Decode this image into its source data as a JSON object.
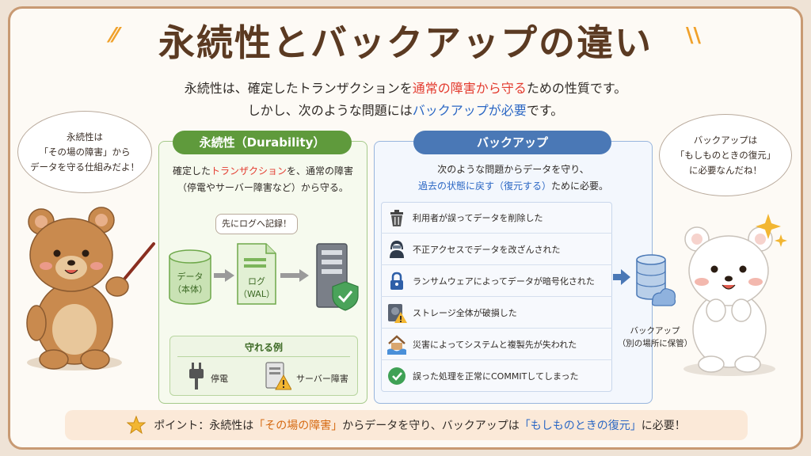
{
  "title": "永続性とバックアップの違い",
  "subtitle": {
    "line1_pre": "永続性は、確定したトランザクションを",
    "line1_em": "通常の障害から守る",
    "line1_post": "ための性質です。",
    "line2_pre": "しかし、次のような問題には",
    "line2_em": "バックアップが必要",
    "line2_post": "です。"
  },
  "bubble_left": {
    "l1": "永続性は",
    "l2": "「その場の障害」から",
    "l3": "データを守る仕組みだよ！"
  },
  "bubble_right": {
    "l1": "バックアップは",
    "l2": "「もしものときの復元」",
    "l3": "に必要なんだね！"
  },
  "durability": {
    "header": "永続性（Durability）",
    "desc_pre": "確定した",
    "desc_em": "トランザクション",
    "desc_post": "を、通常の障害",
    "desc_line2": "（停電やサーバー障害など）から守る。",
    "log_first": "先にログへ記録！",
    "data_label1": "データ",
    "data_label2": "（本体）",
    "log_label1": "ログ",
    "log_label2": "（WAL）",
    "protect_header": "守れる例",
    "ex_power": "停電",
    "ex_server": "サーバー障害"
  },
  "backup": {
    "header": "バックアップ",
    "desc_line1": "次のような問題からデータを守り、",
    "desc_em": "過去の状態に戻す（復元する）",
    "desc_post": "ために必要。",
    "items": [
      {
        "icon": "trash-icon",
        "label": "利用者が誤ってデータを削除した"
      },
      {
        "icon": "hacker-icon",
        "label": "不正アクセスでデータを改ざんされた"
      },
      {
        "icon": "lock-icon",
        "label": "ランサムウェアによってデータが暗号化された"
      },
      {
        "icon": "broken-disk-icon",
        "label": "ストレージ全体が破損した"
      },
      {
        "icon": "flood-house-icon",
        "label": "災害によってシステムと複製先が失われた"
      },
      {
        "icon": "check-circle-icon",
        "label": "誤った処理を正常にCOMMITしてしまった"
      }
    ],
    "store_label1": "バックアップ",
    "store_label2": "（別の場所に保管）"
  },
  "point": {
    "prefix": "ポイント：永続性は",
    "em1": "「その場の障害」",
    "mid": "からデータを守り、バックアップは",
    "em2": "「もしものときの復元」",
    "suffix": "に必要！"
  },
  "colors": {
    "green": "#5f9a3c",
    "blue": "#4a78b6",
    "red": "#e33b2f",
    "brown": "#5b3a22"
  }
}
